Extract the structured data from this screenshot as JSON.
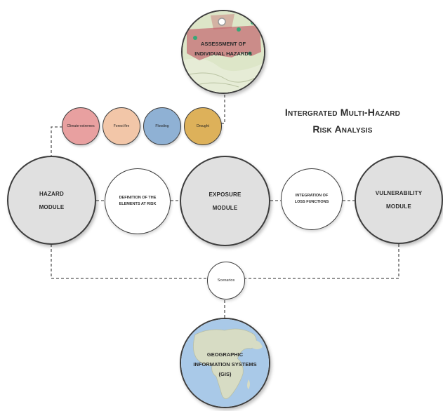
{
  "title": {
    "line1": "Intergrated Multi-Hazard",
    "line2": "Risk Analysis"
  },
  "nodes": {
    "assessment": {
      "line1": "Assessment of",
      "line2": "individual hazards"
    },
    "hazard_types": [
      {
        "label": "Climate-extremes",
        "color": "#e8a0a0"
      },
      {
        "label": "Forest fire",
        "color": "#f2c6a8"
      },
      {
        "label": "Flooding",
        "color": "#8fb1d4"
      },
      {
        "label": "Drought",
        "color": "#ddb15a"
      }
    ],
    "hazard_module": {
      "line1": "Hazard",
      "line2": "module"
    },
    "definition": {
      "line1": "Definition of the",
      "line2": "elements at risk"
    },
    "exposure_module": {
      "line1": "Exposure",
      "line2": "module"
    },
    "integration": {
      "line1": "Integration of",
      "line2": "loss functions"
    },
    "vulnerability_module": {
      "line1": "Vulnerability",
      "line2": "module"
    },
    "scenarios": {
      "label": "Scenarios"
    },
    "gis": {
      "line1": "Geographic",
      "line2": "information systems",
      "line3": "(GIS)"
    }
  },
  "colors": {
    "outline": "#3d3d3d",
    "module_fill": "#e0e0e0",
    "map_land": "#dde6c8",
    "map_highlight": "#c0505f",
    "map_marker": "#36a777",
    "gis_ocean": "#a9c9e8",
    "gis_land": "#d7dcc4"
  }
}
